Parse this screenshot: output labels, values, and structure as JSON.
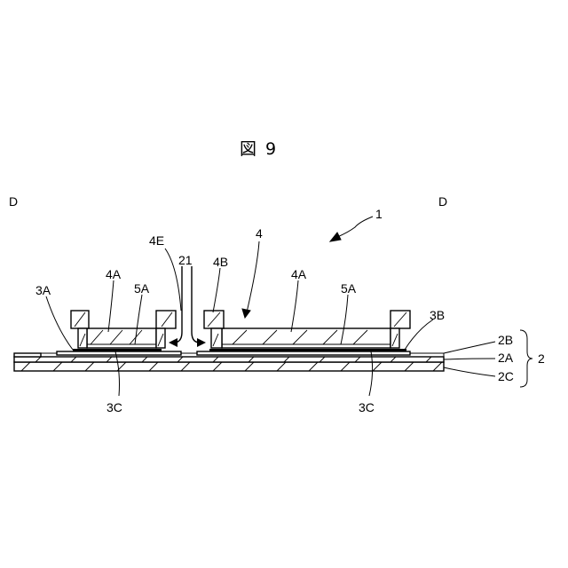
{
  "figure": {
    "title": "図 9",
    "labels": {
      "d_left": "D",
      "d_right": "D",
      "l1": "1",
      "l4": "4",
      "l4e": "4E",
      "l21": "21",
      "l4b": "4B",
      "l4a_left": "4A",
      "l4a_right": "4A",
      "l5a_left": "5A",
      "l5a_right": "5A",
      "l3a": "3A",
      "l3b": "3B",
      "l3c_left": "3C",
      "l3c_right": "3C",
      "l2b": "2B",
      "l2a": "2A",
      "l2c": "2C",
      "l2": "2"
    }
  }
}
